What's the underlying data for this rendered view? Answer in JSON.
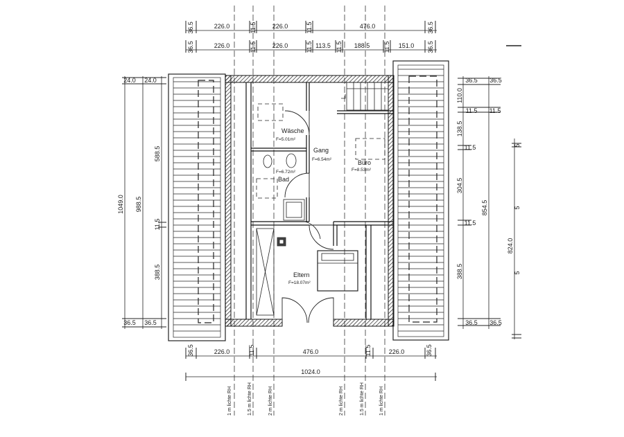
{
  "dims": {
    "top_row1": [
      "36.5",
      "226.0",
      "11.5",
      "226.0",
      "11.5",
      "476.0",
      "36.5"
    ],
    "top_row2": [
      "36.5",
      "226.0",
      "11.5",
      "226.0",
      "11.5",
      "113.5",
      "11.5",
      "188.5",
      "11.5",
      "151.0",
      "36.5"
    ],
    "bottom_row": [
      "36.5",
      "226.0",
      "11.5",
      "476.0",
      "11.5",
      "226.0",
      "36.5"
    ],
    "bottom_total": "1024.0",
    "left_outer": [
      "24.0",
      "1049.0",
      "36.5"
    ],
    "left_inner": [
      "24.0",
      "988.5",
      "36.5"
    ],
    "left_segments": [
      "588.5",
      "11.5",
      "388.5"
    ],
    "right_inner": [
      "36.5",
      "110.0",
      "11.5",
      "138.5",
      "11.5",
      "304.5",
      "11.5",
      "388.5",
      "36.5"
    ],
    "right_outer": [
      "36.5",
      "11.5",
      "854.5",
      "36.5"
    ],
    "right_far": "824.0",
    "right_far_marks": [
      "5",
      "5",
      "5"
    ]
  },
  "rooms": [
    {
      "name": "Wäsche",
      "area": "F=5.01m²"
    },
    {
      "name": "Gang",
      "area": "F=6.54m²"
    },
    {
      "name": "Bad",
      "area": "F=6.72m²"
    },
    {
      "name": "Büro",
      "area": "F=8.53m²"
    },
    {
      "name": "Eltern",
      "area": "F=18.07m²"
    }
  ],
  "height_lines": [
    "1 m lichte RH",
    "1.5 m lichte RH",
    "2 m lichte RH",
    "2 m lichte RH",
    "1.5 m lichte RH",
    "1 m lichte RH"
  ]
}
